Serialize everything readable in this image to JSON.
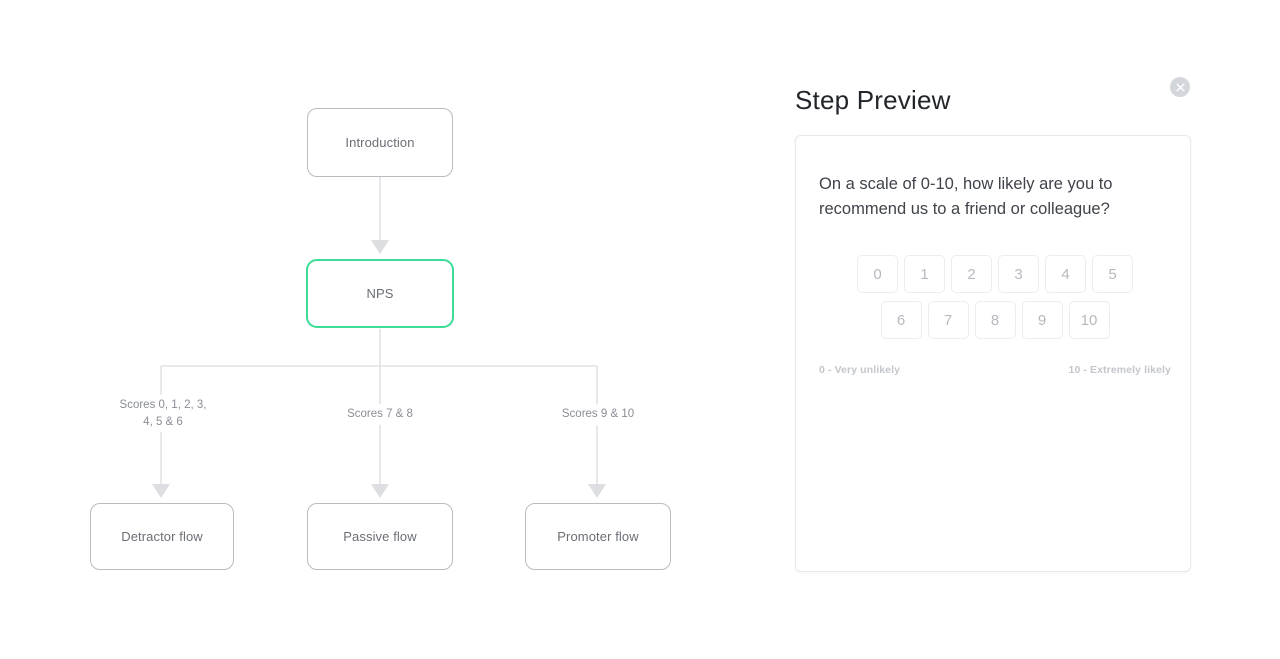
{
  "flow": {
    "nodes": [
      {
        "id": "introduction",
        "label": "Introduction",
        "selected": false
      },
      {
        "id": "nps",
        "label": "NPS",
        "selected": true
      },
      {
        "id": "detractor",
        "label": "Detractor flow",
        "selected": false
      },
      {
        "id": "passive",
        "label": "Passive flow",
        "selected": false
      },
      {
        "id": "promoter",
        "label": "Promoter flow",
        "selected": false
      }
    ],
    "edge_labels": {
      "detractor": "Scores 0, 1, 2, 3,\n4, 5 & 6",
      "passive": "Scores 7 & 8",
      "promoter": "Scores 9 & 10"
    },
    "colors": {
      "node_border": "#b9bcc2",
      "selected_border": "#3ddc97",
      "connector": "#e2e3e6",
      "arrowhead": "#dcdee1",
      "label_text": "#8a8e95"
    }
  },
  "preview": {
    "title": "Step Preview",
    "close_icon": "close-circle-icon",
    "card": {
      "question": "On a scale of 0-10, how likely are you to recommend us to a friend or colleague?",
      "score_rows": [
        [
          "0",
          "1",
          "2",
          "3",
          "4",
          "5"
        ],
        [
          "6",
          "7",
          "8",
          "9",
          "10"
        ]
      ],
      "legend_low": "0 - Very unlikely",
      "legend_high": "10 - Extremely likely"
    }
  }
}
